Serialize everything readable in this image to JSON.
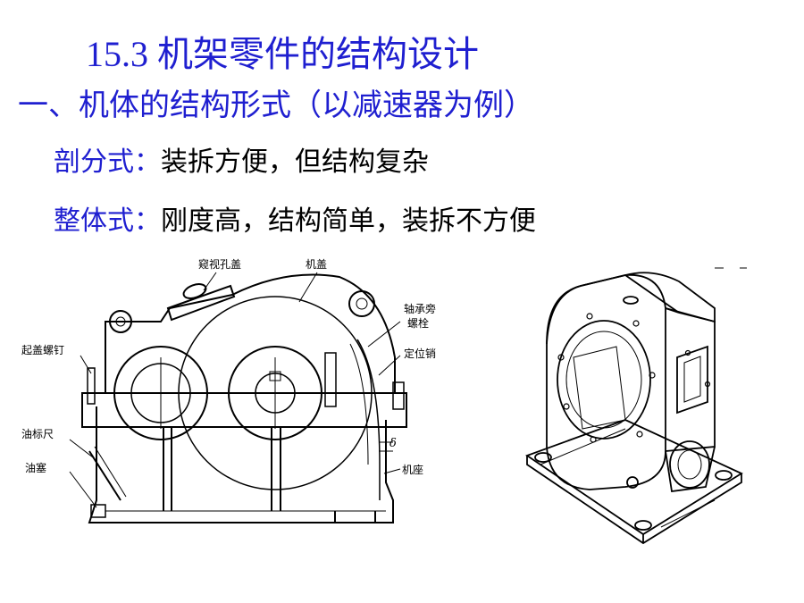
{
  "title": "15.3 机架零件的结构设计",
  "heading": "一、机体的结构形式（以减速器为例）",
  "items": [
    {
      "term": "剖分式：",
      "desc": "装拆方便，但结构复杂"
    },
    {
      "term": "整体式：",
      "desc": "刚度高，结构简单，装拆不方便"
    }
  ],
  "figure_left": {
    "labels": {
      "inspection_cover": "窥视孔盖",
      "cover": "机盖",
      "bearing_bolt_1": "轴承旁",
      "bearing_bolt_2": "螺栓",
      "locating_pin": "定位销",
      "lifting_screw": "起盖螺钉",
      "dipstick": "油标尺",
      "drain_plug": "油塞",
      "base": "机座",
      "gap_symbol": "δ"
    }
  },
  "colors": {
    "accent": "#1f1fd0",
    "text": "#000000"
  }
}
